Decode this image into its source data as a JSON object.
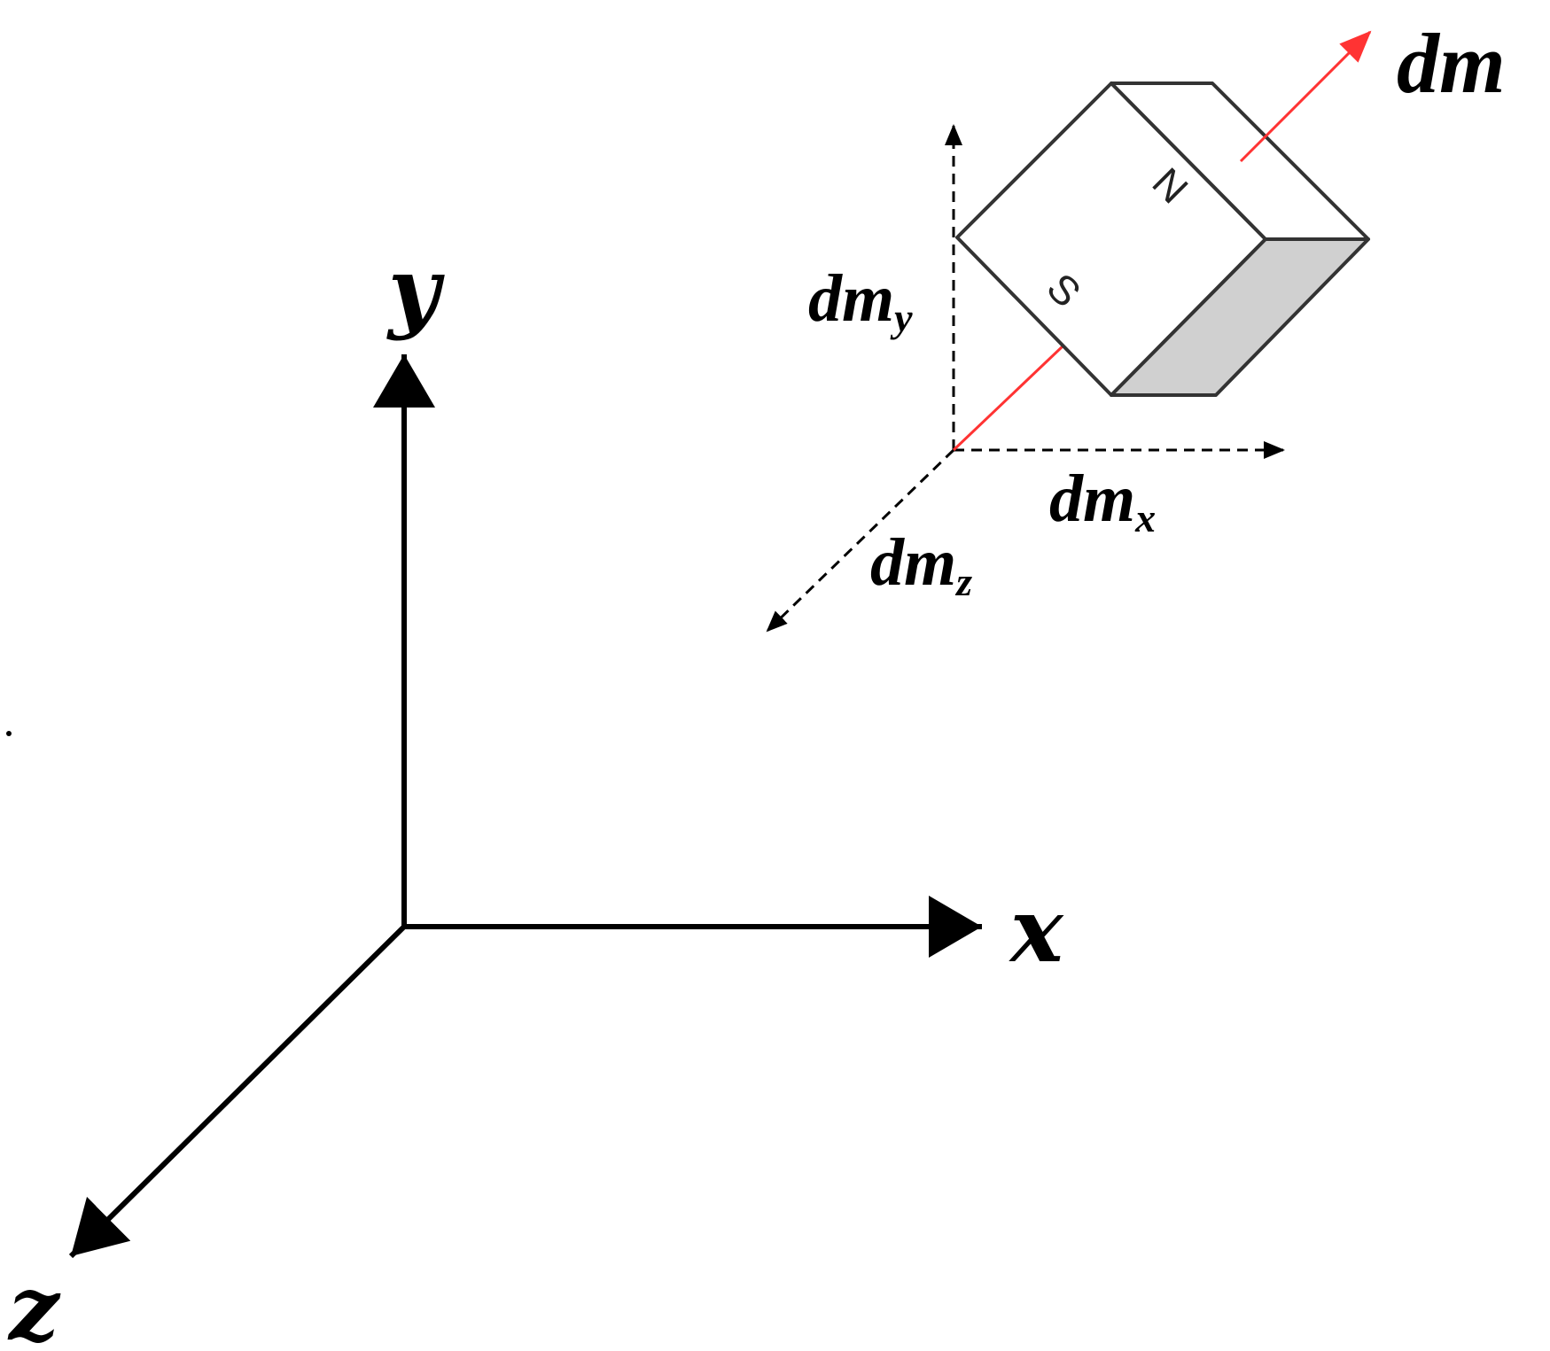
{
  "axes": {
    "x_label": "x",
    "y_label": "y",
    "z_label": "z"
  },
  "moment": {
    "label_base": "dm",
    "x_component_label": "dm",
    "x_component_sub": "x",
    "y_component_label": "dm",
    "y_component_sub": "y",
    "z_component_label": "dm",
    "z_component_sub": "z"
  },
  "magnet": {
    "north_label": "N",
    "south_label": "S"
  },
  "colors": {
    "axis": "#000000",
    "moment_vector": "#ff3333",
    "magnet_edge": "#333333",
    "magnet_shaded_face": "#d0d0d0"
  }
}
